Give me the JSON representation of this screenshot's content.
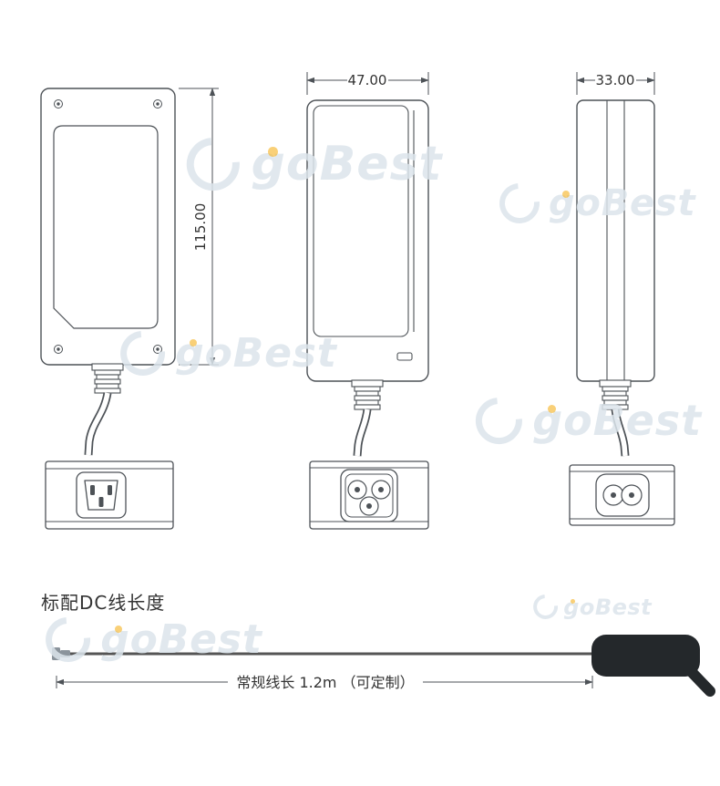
{
  "watermark": {
    "text": "goBest",
    "color": "#dce5ec",
    "dot_color": "#f2a90a"
  },
  "drawing": {
    "front_view": {
      "height_dim": "115.00"
    },
    "side_view": {
      "width_dim": "47.00"
    },
    "edge_view": {
      "width_dim": "33.00"
    }
  },
  "cable_section": {
    "title": "标配DC线长度",
    "length_note": "常规线长 1.2m （可定制）"
  }
}
